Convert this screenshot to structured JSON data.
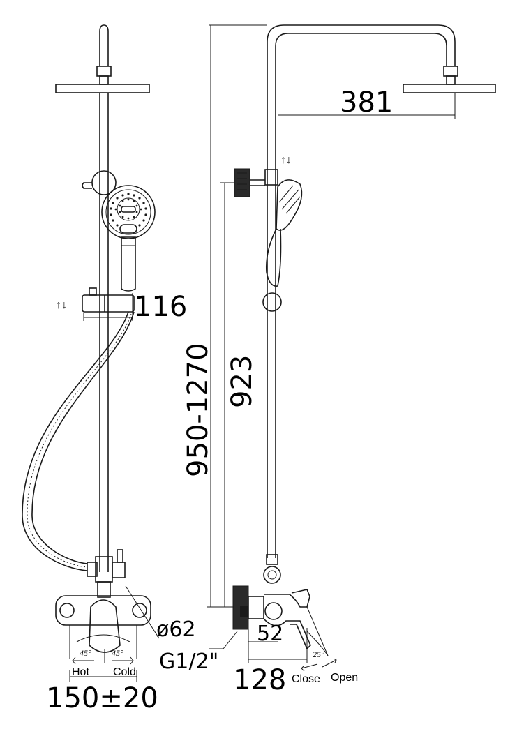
{
  "dimensions": {
    "head_projection": "381",
    "holder_width": "116",
    "slide_height": "923",
    "total_height": "950-1270",
    "escutcheon_diameter": "ø62",
    "inlet_thread": "G1/2\"",
    "valve_depth": "52",
    "valve_projection": "128",
    "inlet_spacing": "150±20"
  },
  "labels": {
    "hot": "Hot",
    "cold": "Cold",
    "angle_left": "45°",
    "angle_right": "45°",
    "lever_angle": "25°",
    "close": "Close",
    "open": "Open",
    "slide_arrows_left": "↑↓",
    "slide_arrows_right": "↑↓"
  }
}
